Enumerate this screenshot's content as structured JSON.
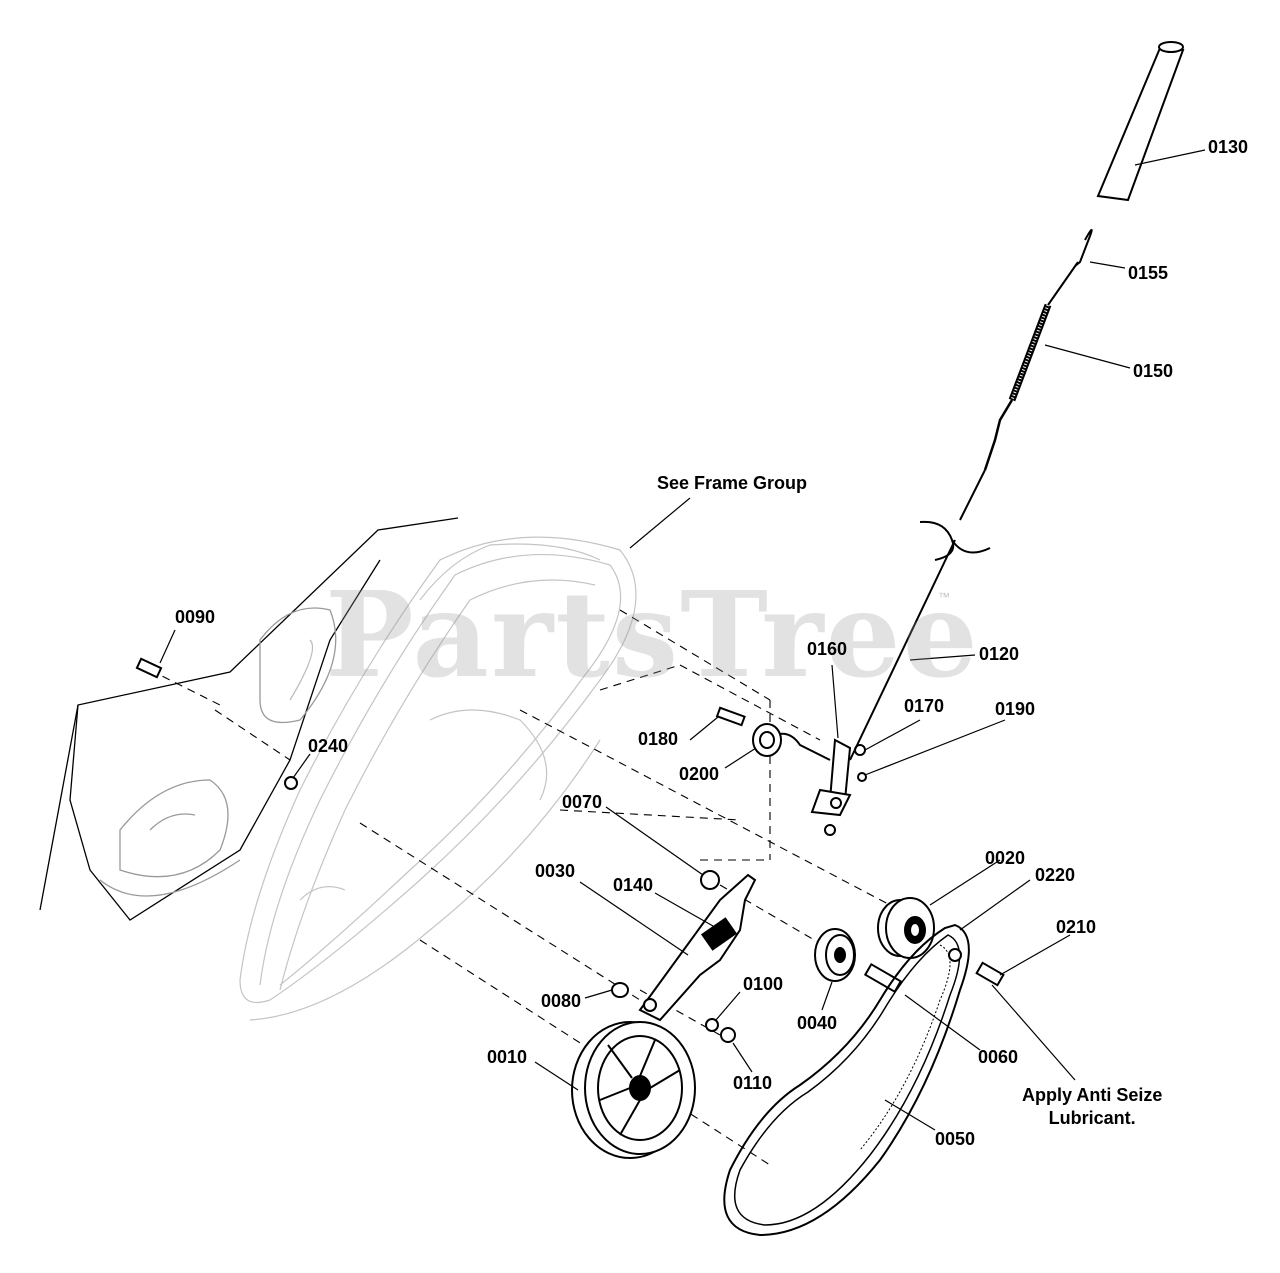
{
  "watermark": {
    "text": "PartsTree",
    "trademark": "™",
    "color": "#969696"
  },
  "notes": {
    "frame": "See Frame Group",
    "lube_line1": "Apply Anti Seize",
    "lube_line2": "Lubricant."
  },
  "parts": {
    "p0010": "0010",
    "p0020": "0020",
    "p0030": "0030",
    "p0040": "0040",
    "p0050": "0050",
    "p0060": "0060",
    "p0070": "0070",
    "p0080": "0080",
    "p0090": "0090",
    "p0100": "0100",
    "p0110": "0110",
    "p0120": "0120",
    "p0130": "0130",
    "p0140": "0140",
    "p0150": "0150",
    "p0155": "0155",
    "p0160": "0160",
    "p0170": "0170",
    "p0180": "0180",
    "p0190": "0190",
    "p0200": "0200",
    "p0210": "0210",
    "p0220": "0220",
    "p0240": "0240"
  }
}
